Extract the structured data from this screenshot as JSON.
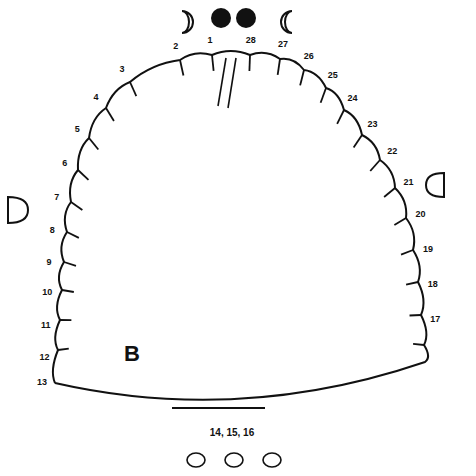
{
  "diagram": {
    "labels": [
      "1",
      "2",
      "3",
      "4",
      "5",
      "6",
      "7",
      "8",
      "9",
      "10",
      "11",
      "12",
      "13",
      "14, 15, 16",
      "17",
      "18",
      "19",
      "20",
      "21",
      "22",
      "23",
      "24",
      "25",
      "26",
      "27",
      "28",
      "B"
    ]
  }
}
